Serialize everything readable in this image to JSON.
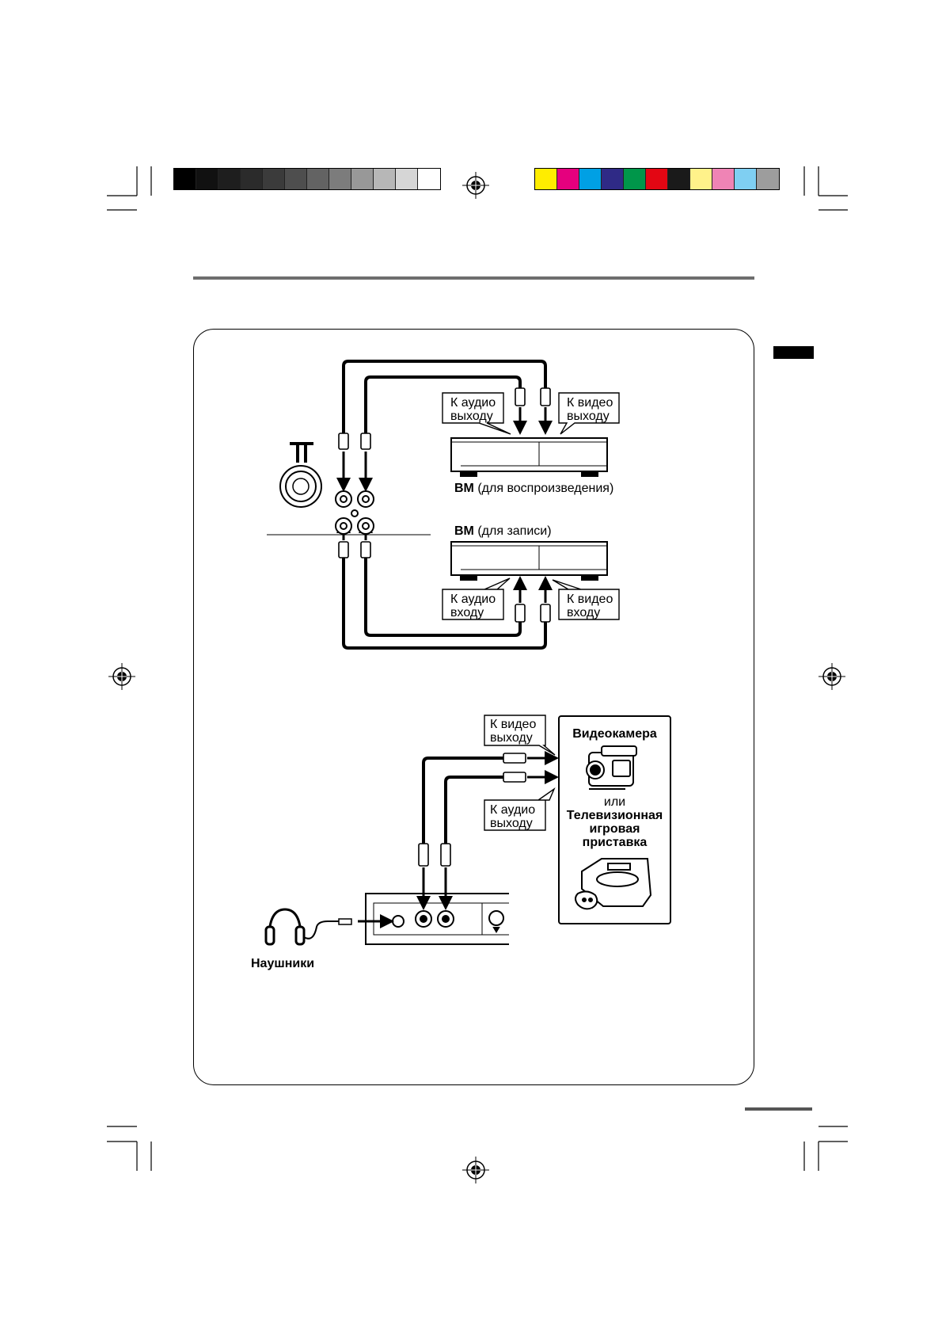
{
  "labels": {
    "audio_out_top": [
      "К аудио",
      "выходу"
    ],
    "video_out_top": [
      "К видео",
      "выходу"
    ],
    "vcr_play_bold": "ВМ",
    "vcr_play_rest": " (для воспроизведения)",
    "vcr_rec_bold": "ВМ",
    "vcr_rec_rest": " (для записи)",
    "audio_in": [
      "К аудио",
      "входу"
    ],
    "video_in": [
      "К видео",
      "входу"
    ],
    "video_out_bottom": [
      "К видео",
      "выходу"
    ],
    "audio_out_bottom": [
      "К аудио",
      "выходу"
    ],
    "camcorder": "Видеокамера",
    "or": "или",
    "console": [
      "Телевизионная",
      "игровая",
      "приставка"
    ],
    "headphones": "Наушники"
  },
  "colors": {
    "gray_bar": [
      "#000000",
      "#111111",
      "#1e1e1e",
      "#2b2b2b",
      "#3b3b3b",
      "#4e4e4e",
      "#636363",
      "#7c7c7c",
      "#989898",
      "#b7b7b7",
      "#d6d6d6",
      "#ffffff"
    ],
    "color_bar": [
      "#ffed00",
      "#e5007e",
      "#00a0e4",
      "#2f2a86",
      "#00964a",
      "#e30613",
      "#1a1a1a",
      "#fff28a",
      "#ef84b5",
      "#7fcff2",
      "#9d9d9d"
    ]
  },
  "icons": [
    "registration-mark-icon",
    "antenna-t-icon",
    "headphones-icon",
    "camcorder-icon",
    "game-console-icon",
    "vcr-icon"
  ]
}
